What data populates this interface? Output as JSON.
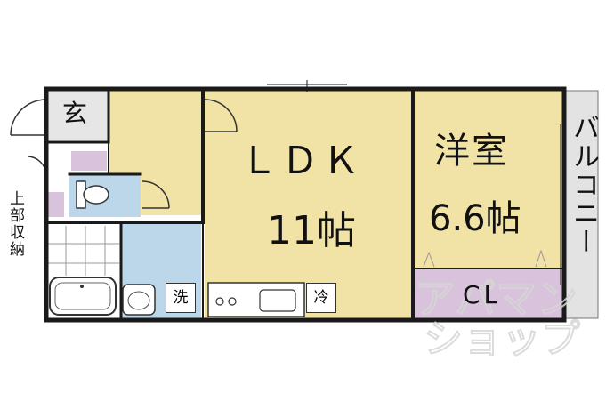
{
  "rooms": {
    "ldk_name": "ＬＤＫ",
    "ldk_size": "11帖",
    "western_name": "洋室",
    "western_size": "6.6帖",
    "closet": "CL",
    "balcony": "バルコニー",
    "entrance": "玄",
    "upper_storage": "上部収納",
    "washer": "洗",
    "fridge": "冷"
  },
  "colors": {
    "wall": "#1a1a1a",
    "ldk_floor": "#f1e2a6",
    "wet_area": "#bcd6ea",
    "storage": "#d9c2dc",
    "balcony": "#e3e3e3",
    "watermark": "#d9d9d9"
  },
  "watermark": {
    "line1": "アパマン",
    "line2": "ショップ"
  }
}
